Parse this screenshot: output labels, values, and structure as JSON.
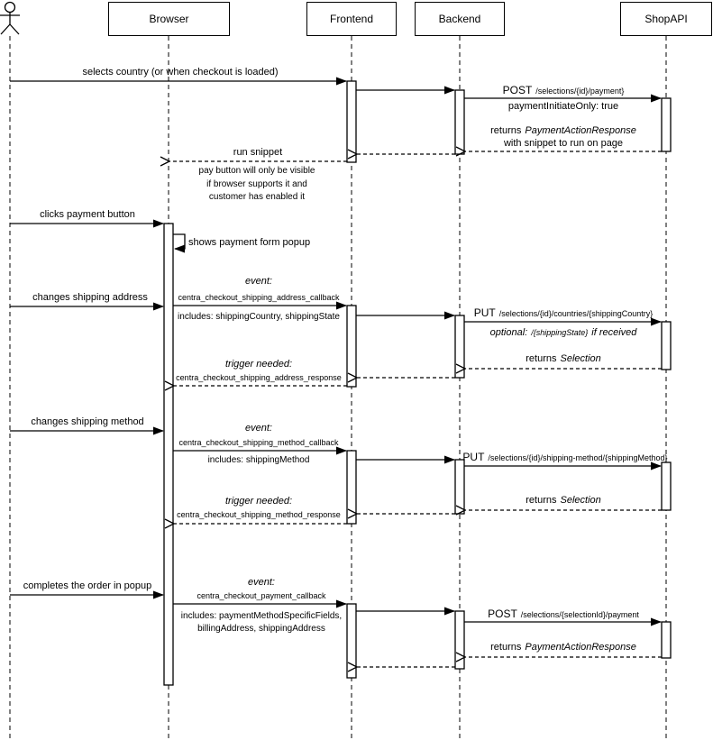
{
  "participants": {
    "browser": "Browser",
    "frontend": "Frontend",
    "backend": "Backend",
    "shopapi": "ShopAPI"
  },
  "messages": {
    "selects_country": "selects country (or when checkout is loaded)",
    "post_payment": {
      "verb": "POST",
      "path": "/selections/{id}/payment}"
    },
    "payment_initiate_only": "paymentInitiateOnly: true",
    "returns_payment_action_snippet": {
      "prefix": "returns",
      "type": "PaymentActionResponse",
      "line2": "with snippet to run on page"
    },
    "run_snippet": "run snippet",
    "pay_button_note": [
      "pay button will only be visible",
      "if browser supports it and",
      "customer has enabled it"
    ],
    "clicks_payment_button": "clicks payment button",
    "shows_payment_form_popup": "shows payment form popup",
    "changes_shipping_address": "changes shipping address",
    "shipping_address_event": {
      "title": "event:",
      "code": "centra_checkout_shipping_address_callback",
      "includes": "includes: shippingCountry, shippingState"
    },
    "put_countries": {
      "verb": "PUT",
      "path": "/selections/{id}/countries/{shippingCountry}",
      "optional_prefix": "optional:",
      "optional_code": "/{shippingState}",
      "optional_suffix": "if received"
    },
    "returns_selection": {
      "prefix": "returns",
      "type": "Selection"
    },
    "shipping_address_trigger": {
      "title": "trigger needed:",
      "code": "centra_checkout_shipping_address_response"
    },
    "changes_shipping_method": "changes shipping method",
    "shipping_method_event": {
      "title": "event:",
      "code": "centra_checkout_shipping_method_callback",
      "includes": "includes: shippingMethod"
    },
    "put_shipping_method": {
      "verb": "PUT",
      "path": "/selections/{id}/shipping-method/{shippingMethod}"
    },
    "shipping_method_trigger": {
      "title": "trigger needed:",
      "code": "centra_checkout_shipping_method_response"
    },
    "completes_order": "completes the order in popup",
    "payment_event": {
      "title": "event:",
      "code": "centra_checkout_payment_callback",
      "includes_line1": "includes: paymentMethodSpecificFields,",
      "includes_line2": "billingAddress, shippingAddress"
    },
    "post_payment_final": {
      "verb": "POST",
      "path": "/selections/{selectionId}/payment"
    },
    "returns_payment_action": {
      "prefix": "returns",
      "type": "PaymentActionResponse"
    }
  },
  "colors": {
    "line": "#000000",
    "background": "#ffffff"
  }
}
